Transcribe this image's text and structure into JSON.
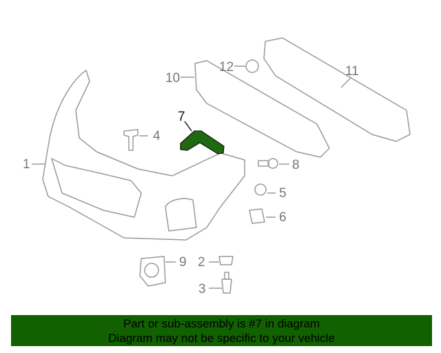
{
  "callouts": [
    {
      "num": "1"
    },
    {
      "num": "2"
    },
    {
      "num": "3"
    },
    {
      "num": "4"
    },
    {
      "num": "5"
    },
    {
      "num": "6"
    },
    {
      "num": "7"
    },
    {
      "num": "8"
    },
    {
      "num": "9"
    },
    {
      "num": "10"
    },
    {
      "num": "11"
    },
    {
      "num": "12"
    }
  ],
  "highlighted_part": "7",
  "colors": {
    "highlight": "#1f6a10",
    "line": "#999999",
    "banner": "#116100"
  },
  "banner": {
    "line1": "Part or sub-assembly is #7 in diagram",
    "line2": "Diagram may not be specific to your vehicle"
  }
}
